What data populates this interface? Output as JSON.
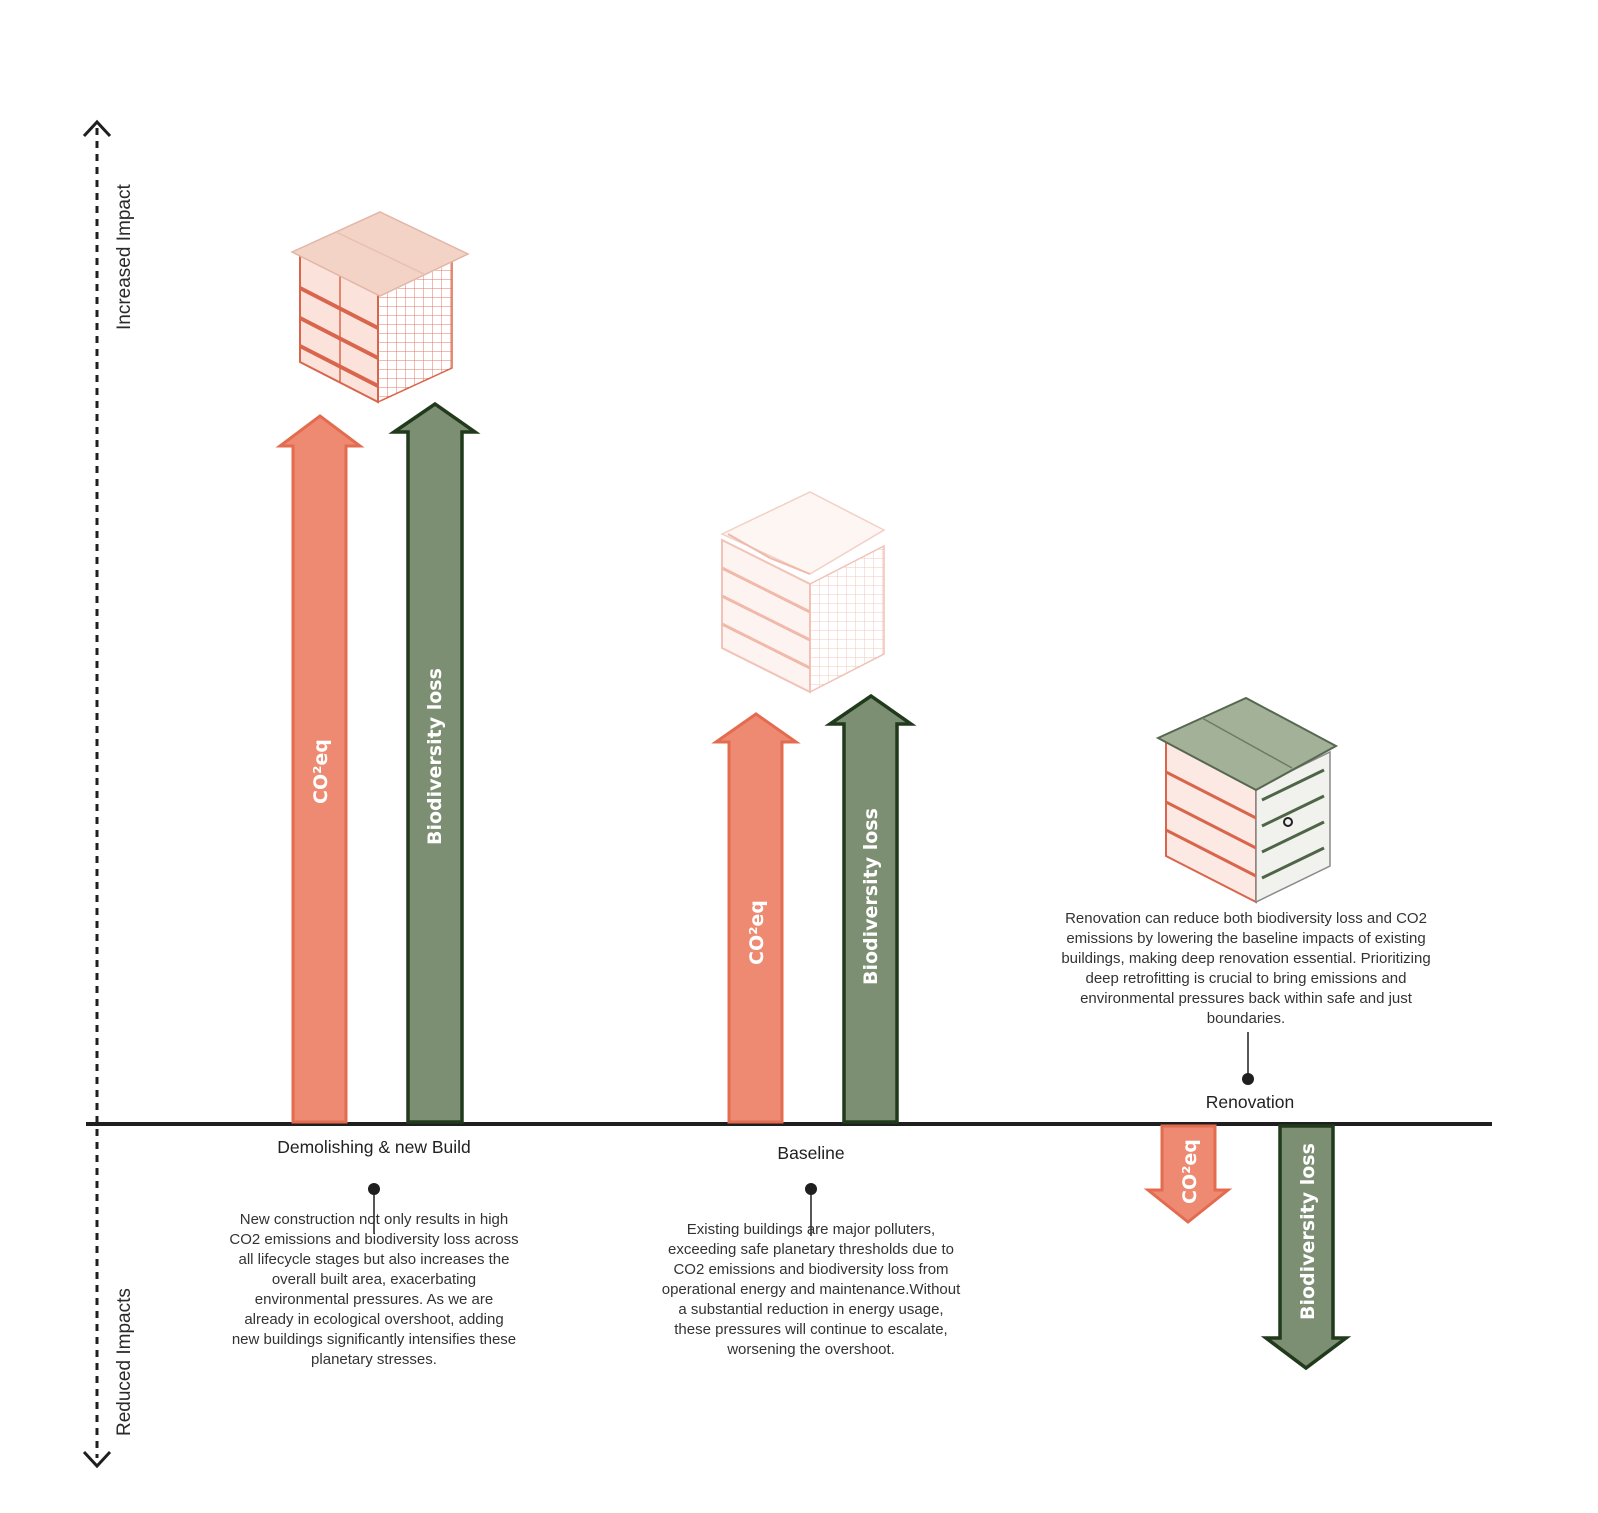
{
  "axis": {
    "increased_label": "Increased Impact",
    "reduced_label": "Reduced Impacts"
  },
  "colors": {
    "co2": "#ef8a72",
    "co2_stroke": "#e36c50",
    "biodiversity": "#7d8f73",
    "biodiversity_stroke": "#213a1c",
    "baseline": "#1f1f1f"
  },
  "scenarios": [
    {
      "id": "demolish",
      "label": "Demolishing & new Build",
      "co2_label": "CO²eq",
      "bio_label": "Biodiversity loss",
      "description": "New construction not only results in high CO2 emissions and biodiversity loss across all lifecycle stages but also increases the overall built area, exacerbating environmental pressures. As we are already in ecological overshoot, adding new buildings significantly intensifies these planetary stresses."
    },
    {
      "id": "baseline",
      "label": "Baseline",
      "co2_label": "CO²eq",
      "bio_label": "Biodiversity loss",
      "description": "Existing buildings are major polluters, exceeding safe planetary thresholds due to CO2 emissions and biodiversity loss from operational energy and maintenance.Without a substantial reduction in energy usage, these pressures will continue to escalate, worsening the overshoot."
    },
    {
      "id": "renovation",
      "label": "Renovation",
      "co2_label": "CO²eq",
      "bio_label": "Biodiversity loss",
      "description": "Renovation can reduce both biodiversity loss and CO2 emissions by lowering the baseline impacts of existing buildings, making deep renovation essential. Prioritizing deep retrofitting is crucial to bring emissions and environmental pressures back within safe and just boundaries."
    }
  ]
}
